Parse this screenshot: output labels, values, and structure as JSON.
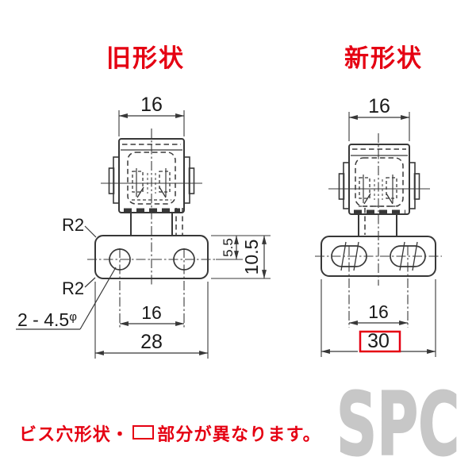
{
  "titles": {
    "old": "旧形状",
    "new": "新形状"
  },
  "note": {
    "prefix": "ビス穴形状・",
    "square_symbol": "□",
    "suffix": "部分が異なります。"
  },
  "watermark": "SPC",
  "colors": {
    "accent_red": "#e50012",
    "line": "#383838",
    "watermark_gray": "#c7c7c7"
  },
  "old_drawing": {
    "top_width": "16",
    "hole_pitch": "16",
    "overall_width": "28",
    "plate_top_to_hole": "5.5",
    "plate_height": "10.5",
    "corner_radius_top": "R2",
    "corner_radius_bottom": "R2",
    "hole_spec": "2 - 4.5",
    "hole_spec_suffix": "φ"
  },
  "new_drawing": {
    "top_width": "16",
    "hole_pitch": "16",
    "overall_width": "30"
  }
}
